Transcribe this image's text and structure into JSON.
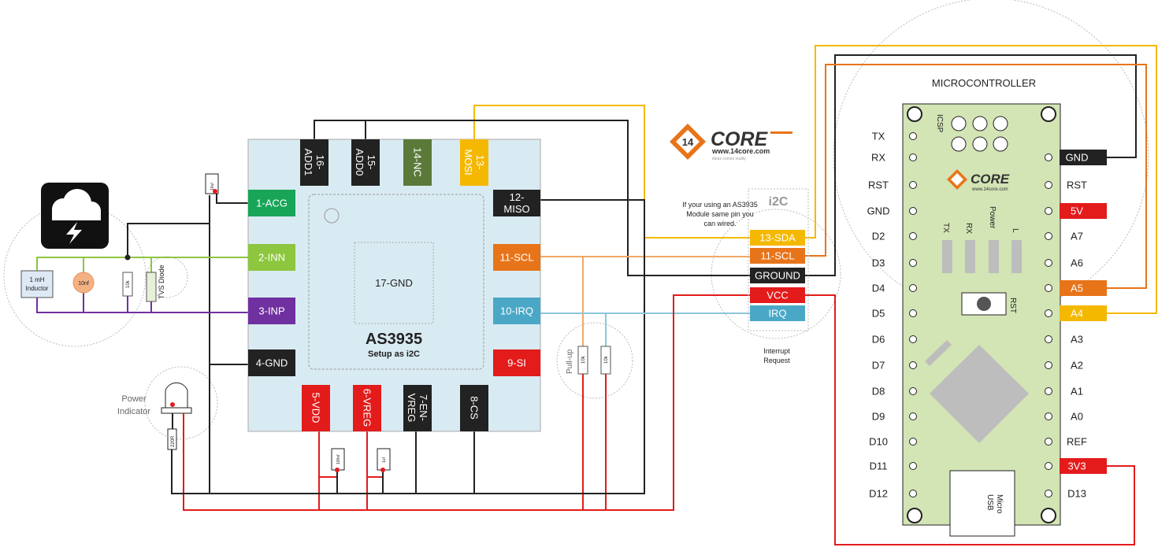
{
  "chip": {
    "name": "AS3935",
    "subtitle": "Setup as i2C",
    "center_pin": "17-GND",
    "pins_left": [
      "1-ACG",
      "2-INN",
      "3-INP",
      "4-GND"
    ],
    "pins_right": [
      "12-\nMISO",
      "11-SCL",
      "10-IRQ",
      "9-SI"
    ],
    "pins_top": [
      "16-\nADD1",
      "15-\nADD0",
      "14-NC",
      "13-\nMOSI"
    ],
    "pins_bottom": [
      "5-VDD",
      "6-VREG",
      "7-EN-\nVREG",
      "8-CS"
    ]
  },
  "i2c": {
    "title": "i2C",
    "note": [
      "If your using an AS3935",
      "Module same pin you",
      "can wired."
    ],
    "pins": [
      "13-SDA",
      "11-SCL",
      "GROUND",
      "VCC",
      "IRQ"
    ],
    "irq_note": [
      "Interrupt",
      "Request"
    ]
  },
  "logo": {
    "brand": "CORE",
    "url": "www.14core.com",
    "tagline": "ideas comes reality",
    "badge": "14"
  },
  "mcu": {
    "title": "MICROCONTROLLER",
    "left_pins": [
      "TX",
      "RX",
      "RST",
      "GND",
      "D2",
      "D3",
      "D4",
      "D5",
      "D6",
      "D7",
      "D8",
      "D9",
      "D10",
      "D11",
      "D12"
    ],
    "right_pins": [
      "GND",
      "RST",
      "5V",
      "A7",
      "A6",
      "A5",
      "A4",
      "A3",
      "A2",
      "A1",
      "A0",
      "REF",
      "3V3",
      "D13"
    ],
    "right_highlight": {
      "GND": "#222222",
      "5V": "#e31b1b",
      "A5": "#e8741a",
      "A4": "#f5b800",
      "3V3": "#e31b1b"
    },
    "icsp": "ICSP",
    "leds": [
      "TX",
      "RX",
      "Power",
      "L"
    ],
    "rst": "RST",
    "usb": [
      "Micro",
      "USB"
    ]
  },
  "components": {
    "inductor": [
      "1 mH",
      "Inductor"
    ],
    "cap_10nf": "10nf",
    "res_10k": "10k",
    "tvs": "TVS Diode",
    "cap_top": "10uf",
    "cap_vdd": "100nf",
    "cap_vreg": "1uf",
    "pullup_label": "Pull-up",
    "pullup_res": [
      "10k",
      "10k"
    ],
    "power_indicator": [
      "Power",
      "Indicator"
    ],
    "led_res": "220R"
  },
  "colors": {
    "red": "#e31b1b",
    "black": "#222222",
    "green_inn": "#8dc63f",
    "purple": "#7030a0",
    "orange": "#e8741a",
    "yellow": "#f5b800",
    "blue_irq": "#4aa8c6",
    "acg_green": "#18a558",
    "nc_olive": "#5b7a3a",
    "chip_bg": "#d9ebf2",
    "board_bg": "#d3e4b5"
  }
}
